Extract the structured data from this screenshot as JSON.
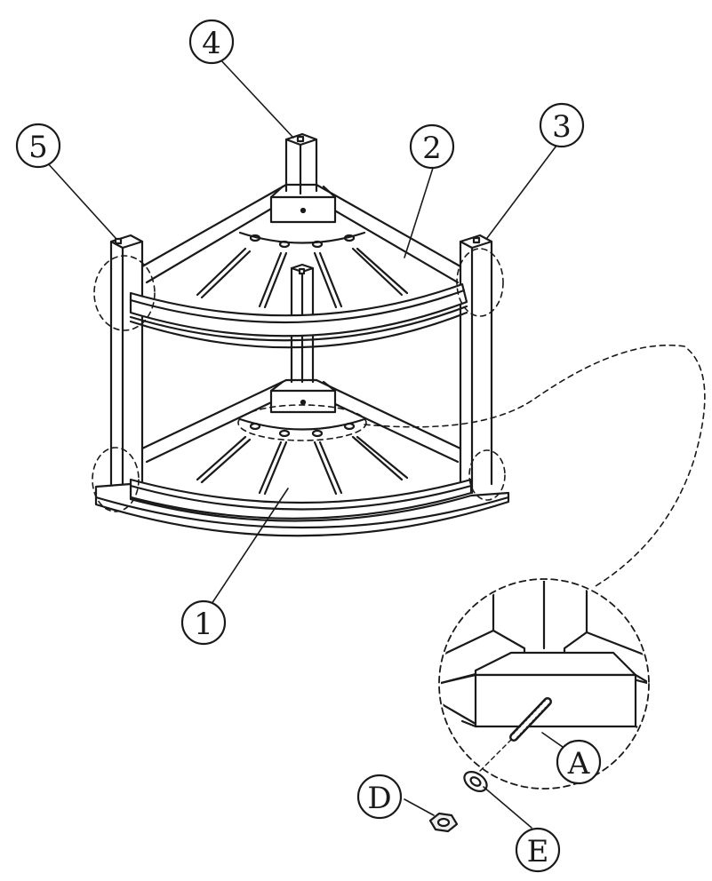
{
  "callouts": {
    "part_1": "1",
    "part_2": "2",
    "part_3": "3",
    "part_4": "4",
    "part_5": "5",
    "part_A": "A",
    "part_D": "D",
    "part_E": "E"
  },
  "colors": {
    "ink": "#1a1a1a",
    "paper": "#ffffff",
    "fill_light": "#f4f4f4"
  }
}
